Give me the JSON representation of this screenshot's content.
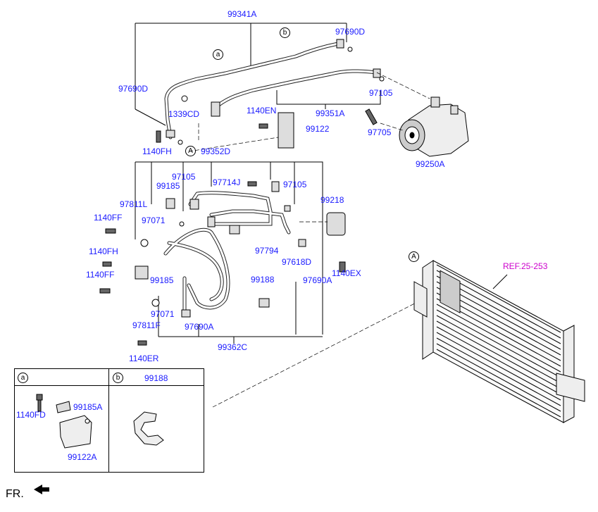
{
  "labels": {
    "l99341A": "99341A",
    "lB_top": "b",
    "l97690D_top": "97690D",
    "lA_top": "a",
    "l97690D_left": "97690D",
    "l97105_a": "97105",
    "l1339CD": "1339CD",
    "l99351A": "99351A",
    "l1140EN": "1140EN",
    "l99122": "99122",
    "l97705": "97705",
    "l99250A": "99250A",
    "l1140FH_top": "1140FH",
    "lA_circle": "A",
    "l99352D": "99352D",
    "l97105_b": "97105",
    "l99185_a": "99185",
    "l97714J": "97714J",
    "l97105_c": "97105",
    "l99218": "99218",
    "l97811L": "97811L",
    "l1140FF_a": "1140FF",
    "l97071_a": "97071",
    "l1140FH_b": "1140FH",
    "l97794": "97794",
    "l97618D": "97618D",
    "l1140EX": "1140EX",
    "l1140FF_b": "1140FF",
    "l99185_b": "99185",
    "l99188": "99188",
    "l97690A_right": "97690A",
    "l97071_b": "97071",
    "l97811F": "97811F",
    "l97690A_bottom": "97690A",
    "l99362C": "99362C",
    "l1140ER": "1140ER",
    "lA_right": "A",
    "lREF": "REF.25-253"
  },
  "legend": {
    "a_label": "a",
    "b_label": "b",
    "b_title": "99188",
    "p1140FD": "1140FD",
    "p99185A": "99185A",
    "p99122A": "99122A"
  },
  "footer": {
    "fr": "FR."
  }
}
